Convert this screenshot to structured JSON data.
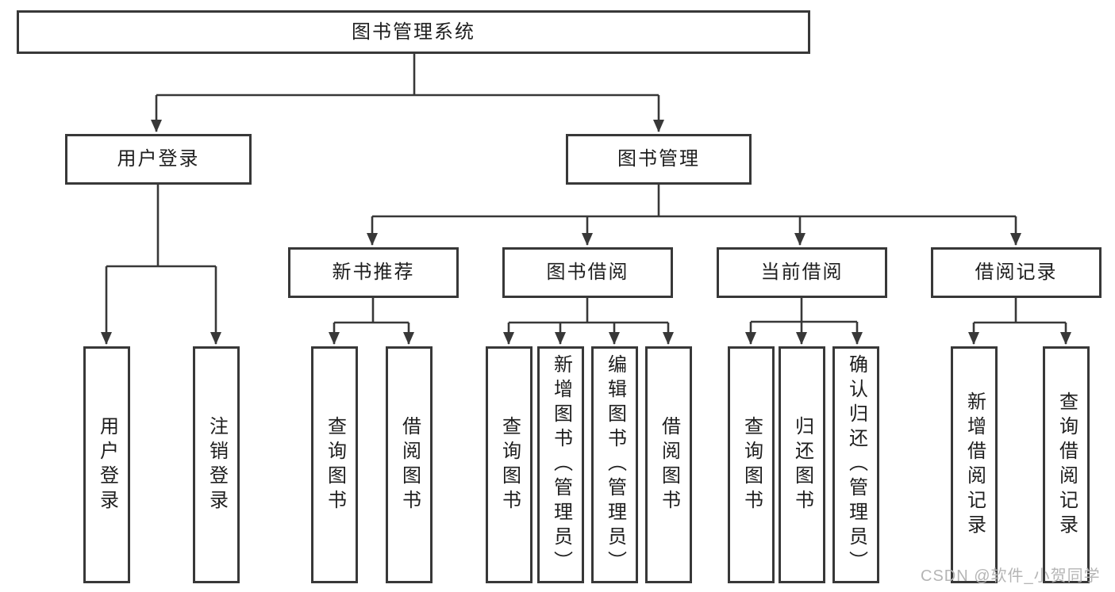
{
  "tree": {
    "root": {
      "label": "图书管理系统"
    },
    "branches": [
      {
        "label": "用户登录",
        "children": [
          {
            "label": "用户登录"
          },
          {
            "label": "注销登录"
          }
        ]
      },
      {
        "label": "图书管理",
        "groups": [
          {
            "label": "新书推荐",
            "children": [
              {
                "label": "查询图书"
              },
              {
                "label": "借阅图书"
              }
            ]
          },
          {
            "label": "图书借阅",
            "children": [
              {
                "label": "查询图书"
              },
              {
                "label": "新增图书（管理员）"
              },
              {
                "label": "编辑图书（管理员）"
              },
              {
                "label": "借阅图书"
              }
            ]
          },
          {
            "label": "当前借阅",
            "children": [
              {
                "label": "查询图书"
              },
              {
                "label": "归还图书"
              },
              {
                "label": "确认归还（管理员）"
              }
            ]
          },
          {
            "label": "借阅记录",
            "children": [
              {
                "label": "新增借阅记录"
              },
              {
                "label": "查询借阅记录"
              }
            ]
          }
        ]
      }
    ]
  },
  "watermark": {
    "text": "CSDN @软件_小贺同学"
  },
  "colors": {
    "line": "#383838",
    "box_border": "#383838",
    "text": "#1e1e1e",
    "background": "#ffffff",
    "watermark": "#b5b5b5"
  }
}
